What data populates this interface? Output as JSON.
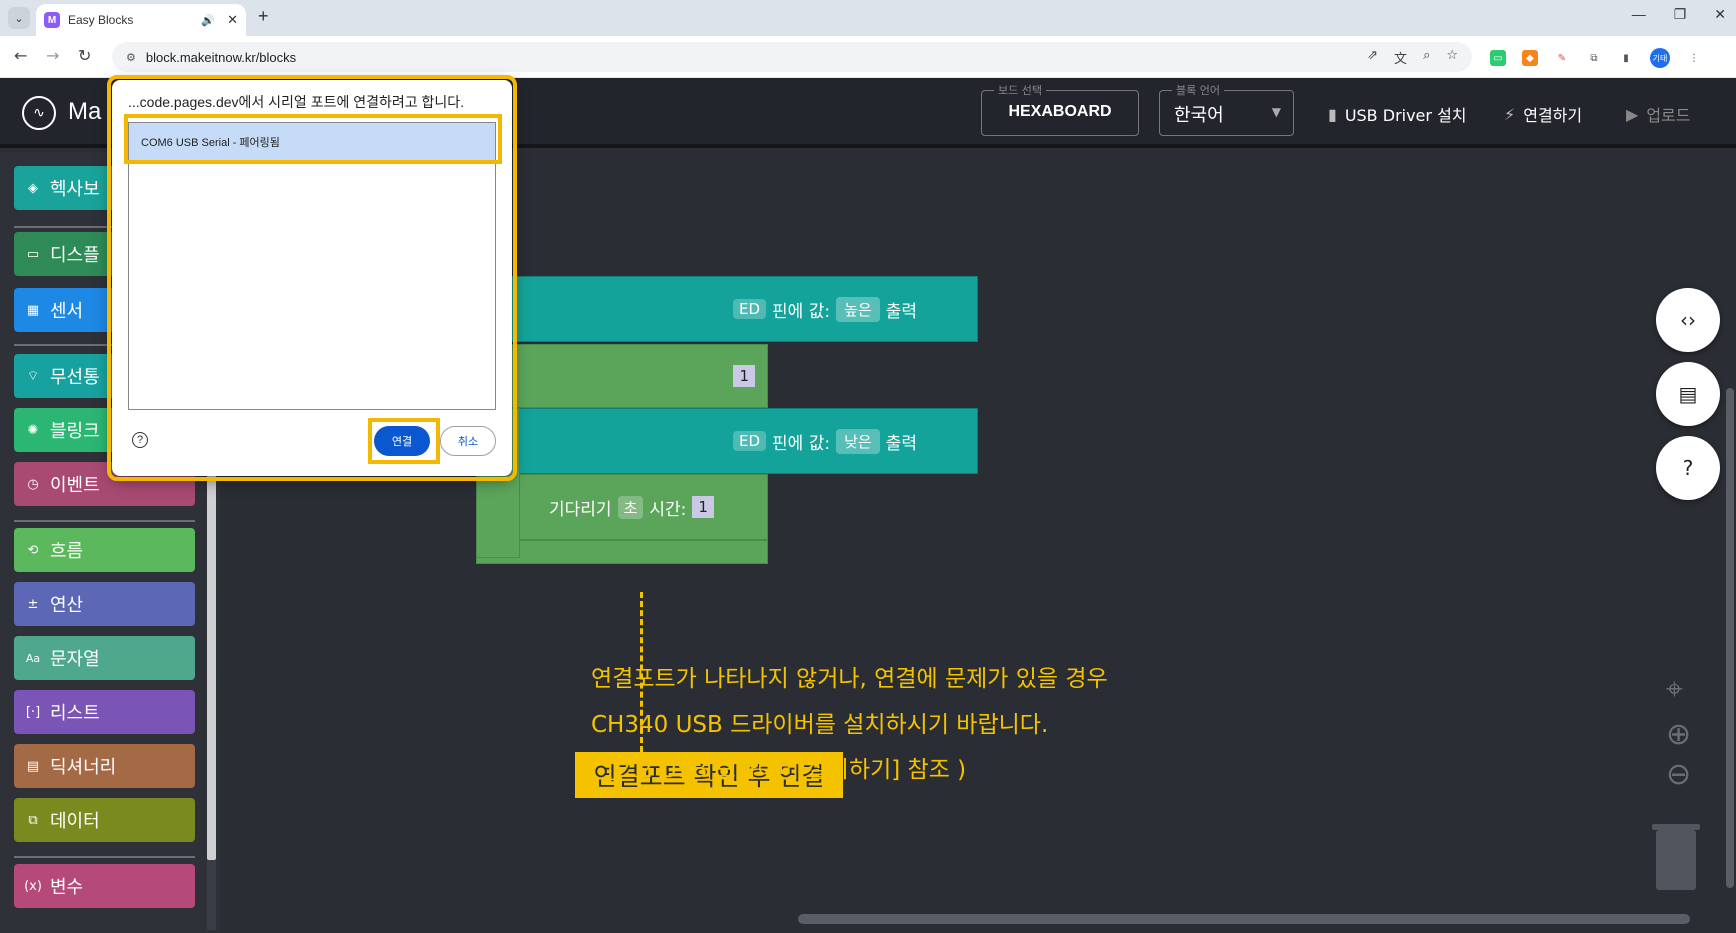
{
  "browser": {
    "tab_title": "Easy Blocks",
    "favicon_letter": "M",
    "url": "block.makeitnow.kr/blocks",
    "profile_label": "기태"
  },
  "header": {
    "logo_text": "Ma",
    "board_legend": "보드 선택",
    "board_value": "HEXABOARD",
    "lang_legend": "블록 언어",
    "lang_value": "한국어",
    "usb_driver": "USB Driver 설치",
    "connect": "연결하기",
    "upload": "업로드"
  },
  "sidebar": {
    "items": [
      {
        "label": "헥사보",
        "color": "#1aa39a",
        "icon": "chip-icon"
      },
      {
        "label": "디스플",
        "color": "#2e8b57",
        "icon": "display-icon"
      },
      {
        "label": "센서",
        "color": "#1e88e5",
        "icon": "sensor-icon"
      },
      {
        "label": "무선통",
        "color": "#17a2a0",
        "icon": "wifi-icon"
      },
      {
        "label": "블링크",
        "color": "#2bb673",
        "icon": "blink-icon"
      },
      {
        "label": "이벤트",
        "color": "#a84a72",
        "icon": "clock-icon"
      },
      {
        "label": "흐름",
        "color": "#5cb85c",
        "icon": "loop-icon"
      },
      {
        "label": "연산",
        "color": "#5c68b5",
        "icon": "math-icon"
      },
      {
        "label": "문자열",
        "color": "#4fa88c",
        "icon": "text-icon"
      },
      {
        "label": "리스트",
        "color": "#7a55b5",
        "icon": "list-icon"
      },
      {
        "label": "딕셔너리",
        "color": "#a46a45",
        "icon": "dict-icon"
      },
      {
        "label": "데이터",
        "color": "#7a8a1e",
        "icon": "data-icon"
      },
      {
        "label": "변수",
        "color": "#b54a7a",
        "icon": "variable-icon"
      }
    ]
  },
  "blocks": {
    "b1_pin": "ED",
    "b1_label": "핀에 값:",
    "b1_value": "높은",
    "b1_out": "출력",
    "b2_num": "1",
    "b3_pin": "ED",
    "b3_label": "핀에 값:",
    "b3_value": "낮은",
    "b3_out": "출력",
    "b4_label": "기다리기",
    "b4_unit": "초",
    "b4_time": "시간:",
    "b4_num": "1"
  },
  "callout": {
    "title": "연결포트 확인 후 연결",
    "line1": "연결포트가 나타나지 않거나, 연결에 문제가 있을 경우",
    "line2": "CH340 USB 드라이버를 설치하시기 바랍니다.",
    "line3": "( [2.2 USB 드라이버 설치하기] 참조 )"
  },
  "dialog": {
    "title": "...code.pages.dev에서 시리얼 포트에 연결하려고 합니다.",
    "port": "COM6 USB Serial - 페어링됨",
    "connect": "연결",
    "cancel": "취소",
    "help": "?"
  }
}
